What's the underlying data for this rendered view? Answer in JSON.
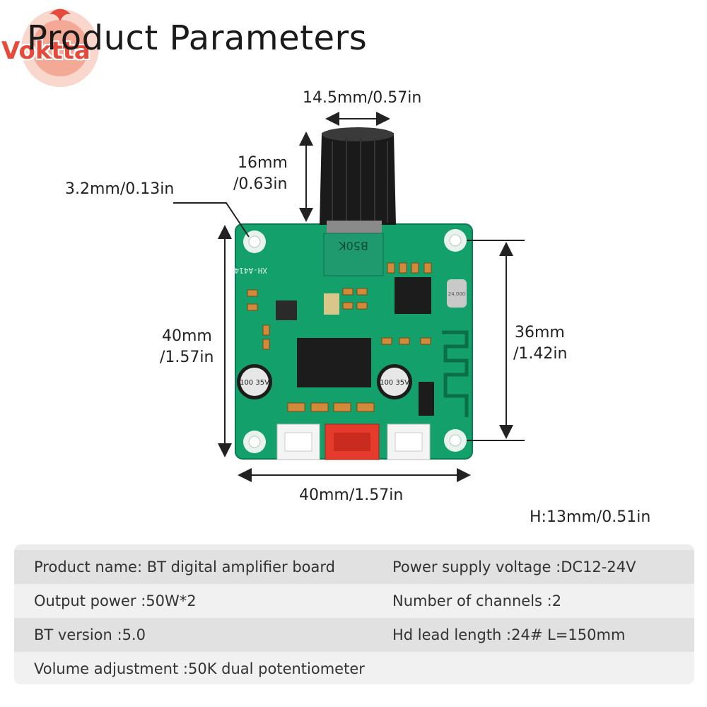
{
  "page": {
    "title": "Product Parameters"
  },
  "brand": {
    "name": "Voktta",
    "color": "#e74a3b"
  },
  "board": {
    "model_label": "XH-A414",
    "pot_label": "B50K",
    "cap_label_left": "100 35V",
    "cap_label_right": "100 35V",
    "crystal_label": "24.000",
    "board_color": "#13a06a",
    "knob_color": "#1a1a1a"
  },
  "dimensions": {
    "knob_width": "14.5mm/0.57in",
    "knob_height_line1": "16mm",
    "knob_height_line2": "/0.63in",
    "hole": "3.2mm/0.13in",
    "board_height_line1": "40mm",
    "board_height_line2": "/1.57in",
    "hole_spacing_line1": "36mm",
    "hole_spacing_line2": "/1.42in",
    "board_width": "40mm/1.57in",
    "thickness": "H:13mm/0.51in"
  },
  "specs": [
    {
      "left": "Product name: BT digital amplifier board",
      "right": "Power supply voltage :DC12-24V"
    },
    {
      "left": "Output power :50W*2",
      "right": "Number of channels :2"
    },
    {
      "left": "BT version :5.0",
      "right": "Hd lead length :24# L=150mm"
    },
    {
      "left": "Volume adjustment :50K dual potentiometer",
      "right": ""
    }
  ]
}
